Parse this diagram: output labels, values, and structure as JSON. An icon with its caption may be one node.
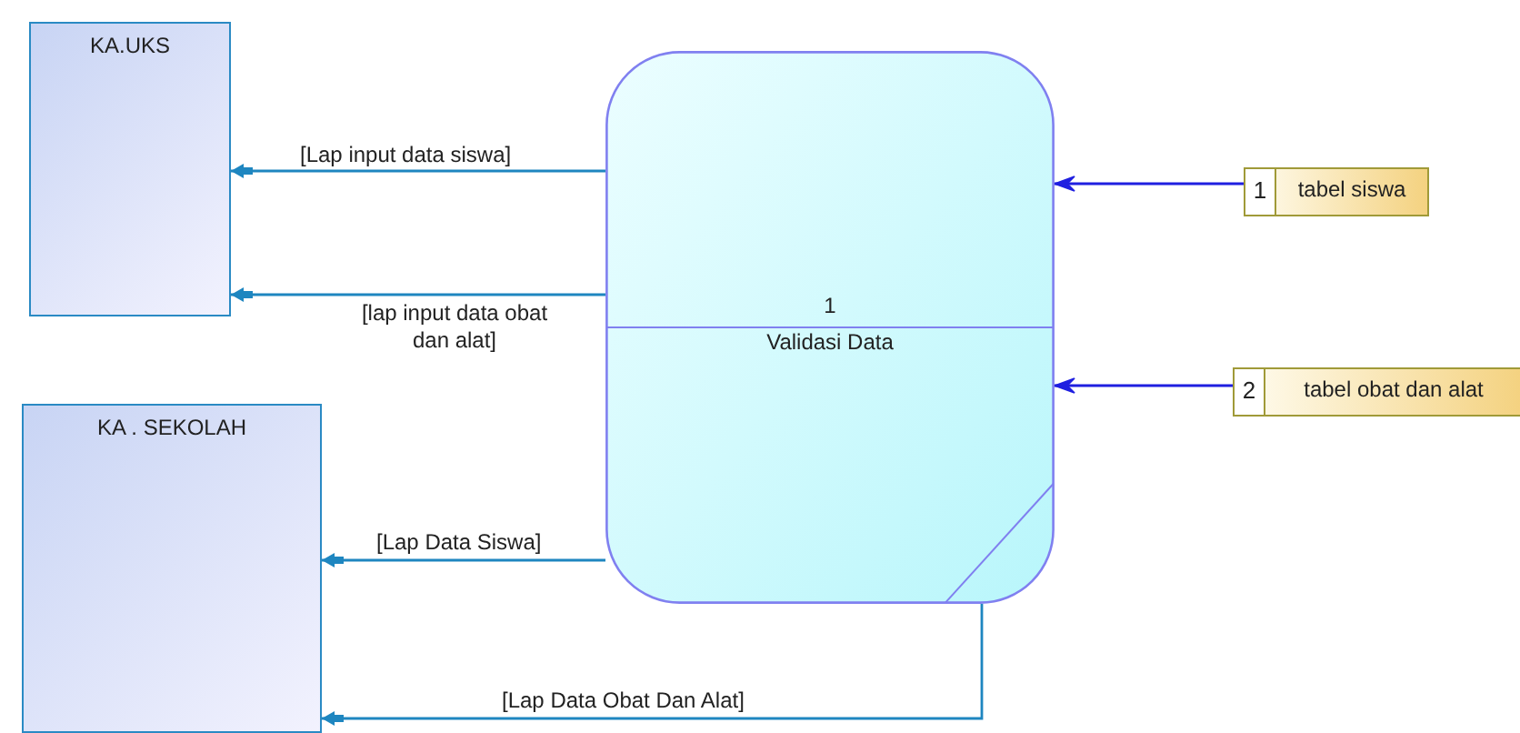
{
  "diagram": {
    "nodes": [
      {
        "text": [
          "KA.UKS"
        ]
      },
      {
        "text": [
          "KA . SEKOLAH"
        ]
      },
      {
        "text": [
          "1",
          "Validasi Data"
        ]
      },
      {
        "text": [
          "1",
          "tabel siswa"
        ]
      },
      {
        "text": [
          "2",
          "tabel obat dan alat"
        ]
      }
    ],
    "edges": [
      {
        "from": 2,
        "to": 0,
        "arrow": "to",
        "label": "[Lap input data siswa]"
      },
      {
        "from": 2,
        "to": 0,
        "arrow": "to",
        "label": "[lap input data obat dan alat]"
      },
      {
        "from": 2,
        "to": 1,
        "arrow": "to",
        "label": "[Lap Data Siswa]"
      },
      {
        "from": 2,
        "to": 1,
        "arrow": "to",
        "label": "[Lap Data Obat Dan Alat]"
      },
      {
        "from": 3,
        "to": 2,
        "arrow": "to",
        "color": "#1f1fe0"
      },
      {
        "from": 4,
        "to": 2,
        "arrow": "to",
        "color": "#1f1fe0"
      }
    ]
  }
}
